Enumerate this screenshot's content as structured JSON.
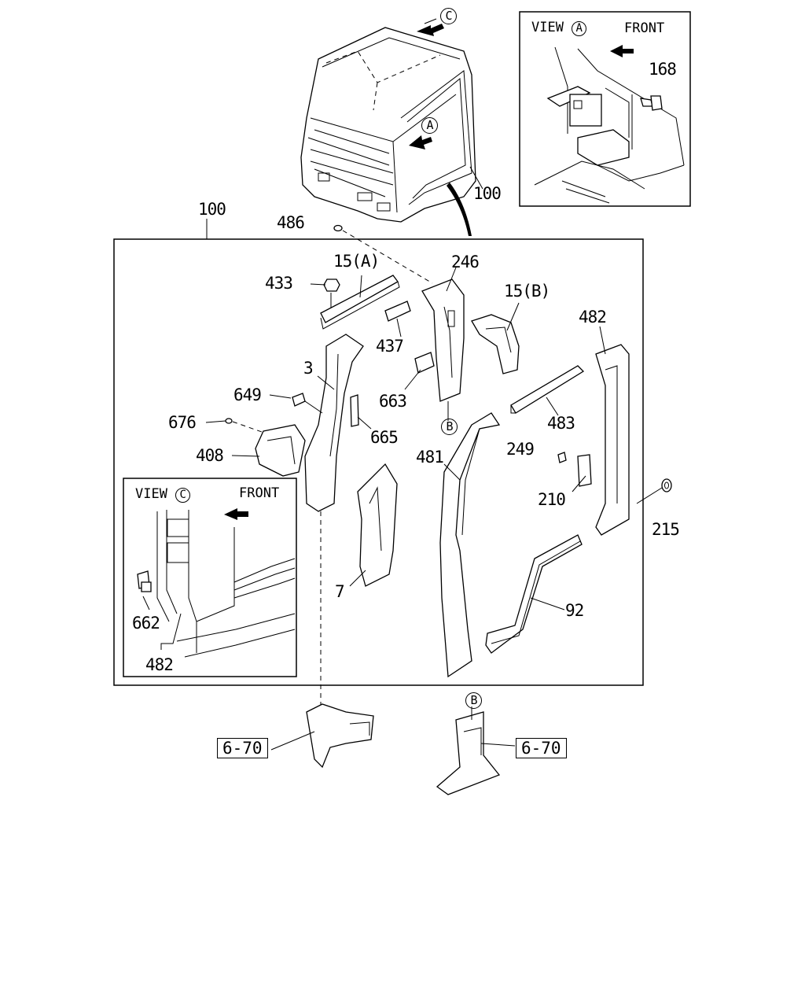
{
  "view_a": {
    "view_label": "VIEW",
    "view_letter": "A",
    "front_label": "FRONT",
    "part_168": "168"
  },
  "view_c": {
    "view_label": "VIEW",
    "view_letter": "C",
    "front_label": "FRONT",
    "part_662": "662",
    "part_482": "482"
  },
  "cab": {
    "arrow_c": "C",
    "arrow_a": "A",
    "part_100": "100"
  },
  "main_box": {
    "part_100": "100"
  },
  "parts": {
    "p486": "486",
    "p433": "433",
    "p15a": "15(A)",
    "p246": "246",
    "p15b": "15(B)",
    "p482": "482",
    "p437": "437",
    "p3": "3",
    "p663": "663",
    "p649": "649",
    "p665": "665",
    "p483": "483",
    "p676": "676",
    "p481": "481",
    "p249": "249",
    "p408": "408",
    "p210": "210",
    "p215": "215",
    "p7": "7",
    "p92": "92"
  },
  "circle_b_top": "B",
  "circle_b_bottom": "B",
  "refs": {
    "left": "6-70",
    "right": "6-70"
  }
}
